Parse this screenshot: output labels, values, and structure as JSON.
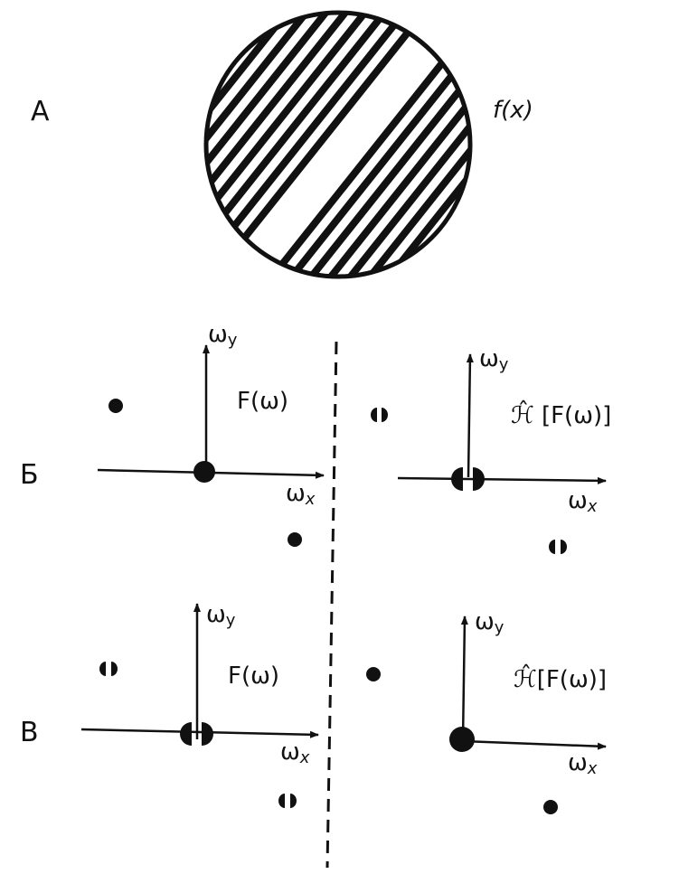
{
  "panel_a": {
    "letter": "А",
    "function_label": "f(x)"
  },
  "panel_b": {
    "letter": "Б",
    "left": {
      "label": "F(ω)"
    },
    "right": {
      "label": "ℋ̂ [F(ω)]"
    }
  },
  "panel_c": {
    "letter": "В",
    "left": {
      "label": "F(ω)"
    },
    "right": {
      "label": "ℋ̂[F(ω)]"
    }
  },
  "axes": {
    "omega": "ω",
    "x_sub": "x",
    "y_sub": "y"
  }
}
